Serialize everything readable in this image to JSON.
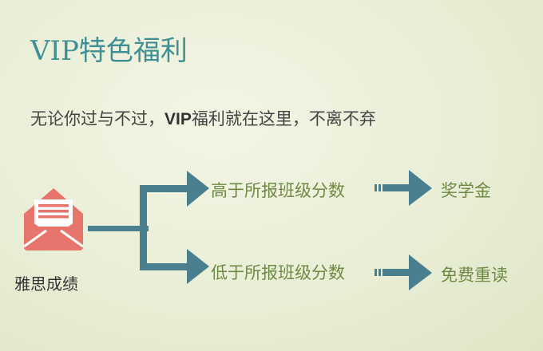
{
  "title": "VIP特色福利",
  "subtitle": {
    "before": "无论你过与不过，",
    "bold": "VIP",
    "after": "福利就在这里，不离不弃"
  },
  "source_label": "雅思成绩",
  "branches": [
    {
      "condition": "高于所报班级分数",
      "result": "奖学金"
    },
    {
      "condition": "低于所报班级分数",
      "result": "免费重读"
    }
  ],
  "icons": {
    "source": "envelope-letter-icon"
  },
  "colors": {
    "title": "#3f8f94",
    "arrow": "#4a7f8f",
    "condition_text": "#6f8a45",
    "icon_fill": "#e8756b"
  }
}
